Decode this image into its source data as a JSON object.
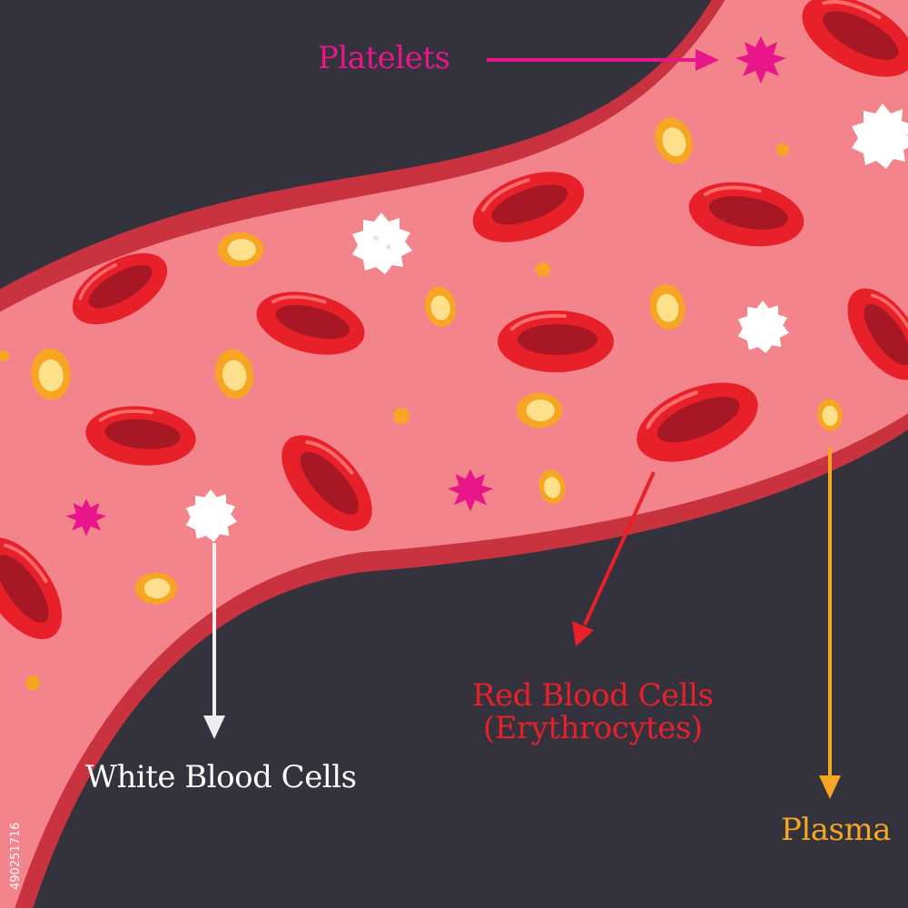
{
  "colors": {
    "background": "#34333d",
    "vessel_wall": "#c8333f",
    "plasma": "#f4848c",
    "red_cell": "#e8202a",
    "red_cell_center": "#a81824",
    "white_cell": "#ffffff",
    "platelet": "#e8168a",
    "plasma_particle": "#f6a623",
    "plasma_particle_core": "#ffe08a"
  },
  "labels": {
    "platelets": {
      "text": "Platelets",
      "color": "#e8168a"
    },
    "white_blood_cells": {
      "text": "White Blood Cells",
      "color": "#ffffff"
    },
    "red_blood_cells": {
      "line1": "Red Blood Cells",
      "line2": "(Erythrocytes)",
      "color": "#e8202a"
    },
    "plasma": {
      "text": "Plasma",
      "color": "#f6a623"
    }
  },
  "watermark": "490251716"
}
